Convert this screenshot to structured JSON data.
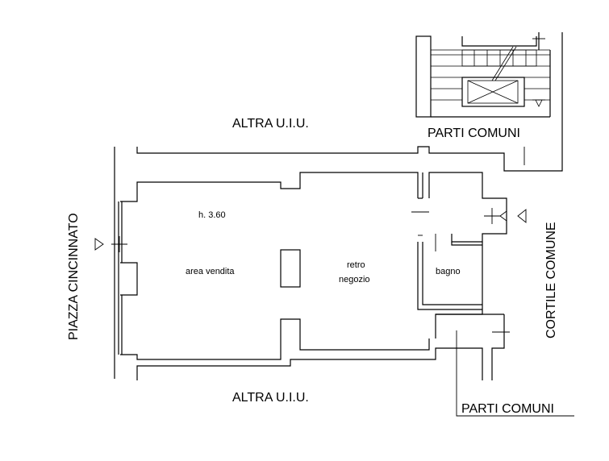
{
  "labels": {
    "altra_top": "ALTRA U.I.U.",
    "altra_bottom": "ALTRA U.I.U.",
    "parti_comuni_top": "PARTI COMUNI",
    "parti_comuni_bottom": "PARTI COMUNI",
    "piazza": "PIAZZA CINCINNATO",
    "cortile": "CORTILE COMUNE",
    "height": "h. 3.60",
    "area_vendita": "area vendita",
    "retro": "retro",
    "negozio": "negozio",
    "bagno": "bagno"
  }
}
